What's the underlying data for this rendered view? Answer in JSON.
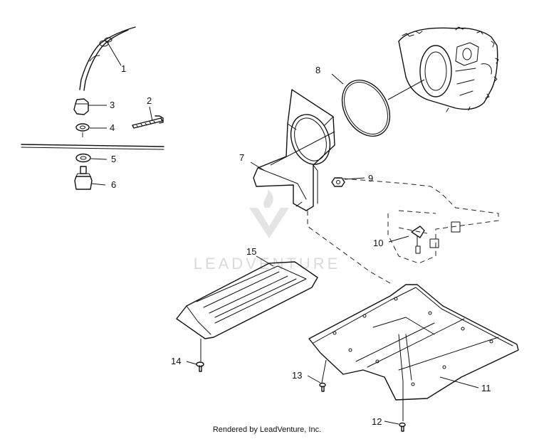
{
  "watermark": {
    "text": "LEADVENTURE"
  },
  "callouts": [
    "1",
    "2",
    "3",
    "4",
    "5",
    "6",
    "7",
    "8",
    "9",
    "10",
    "11",
    "12",
    "13",
    "14",
    "15"
  ],
  "caption": "Rendered by LeadVenture, Inc."
}
